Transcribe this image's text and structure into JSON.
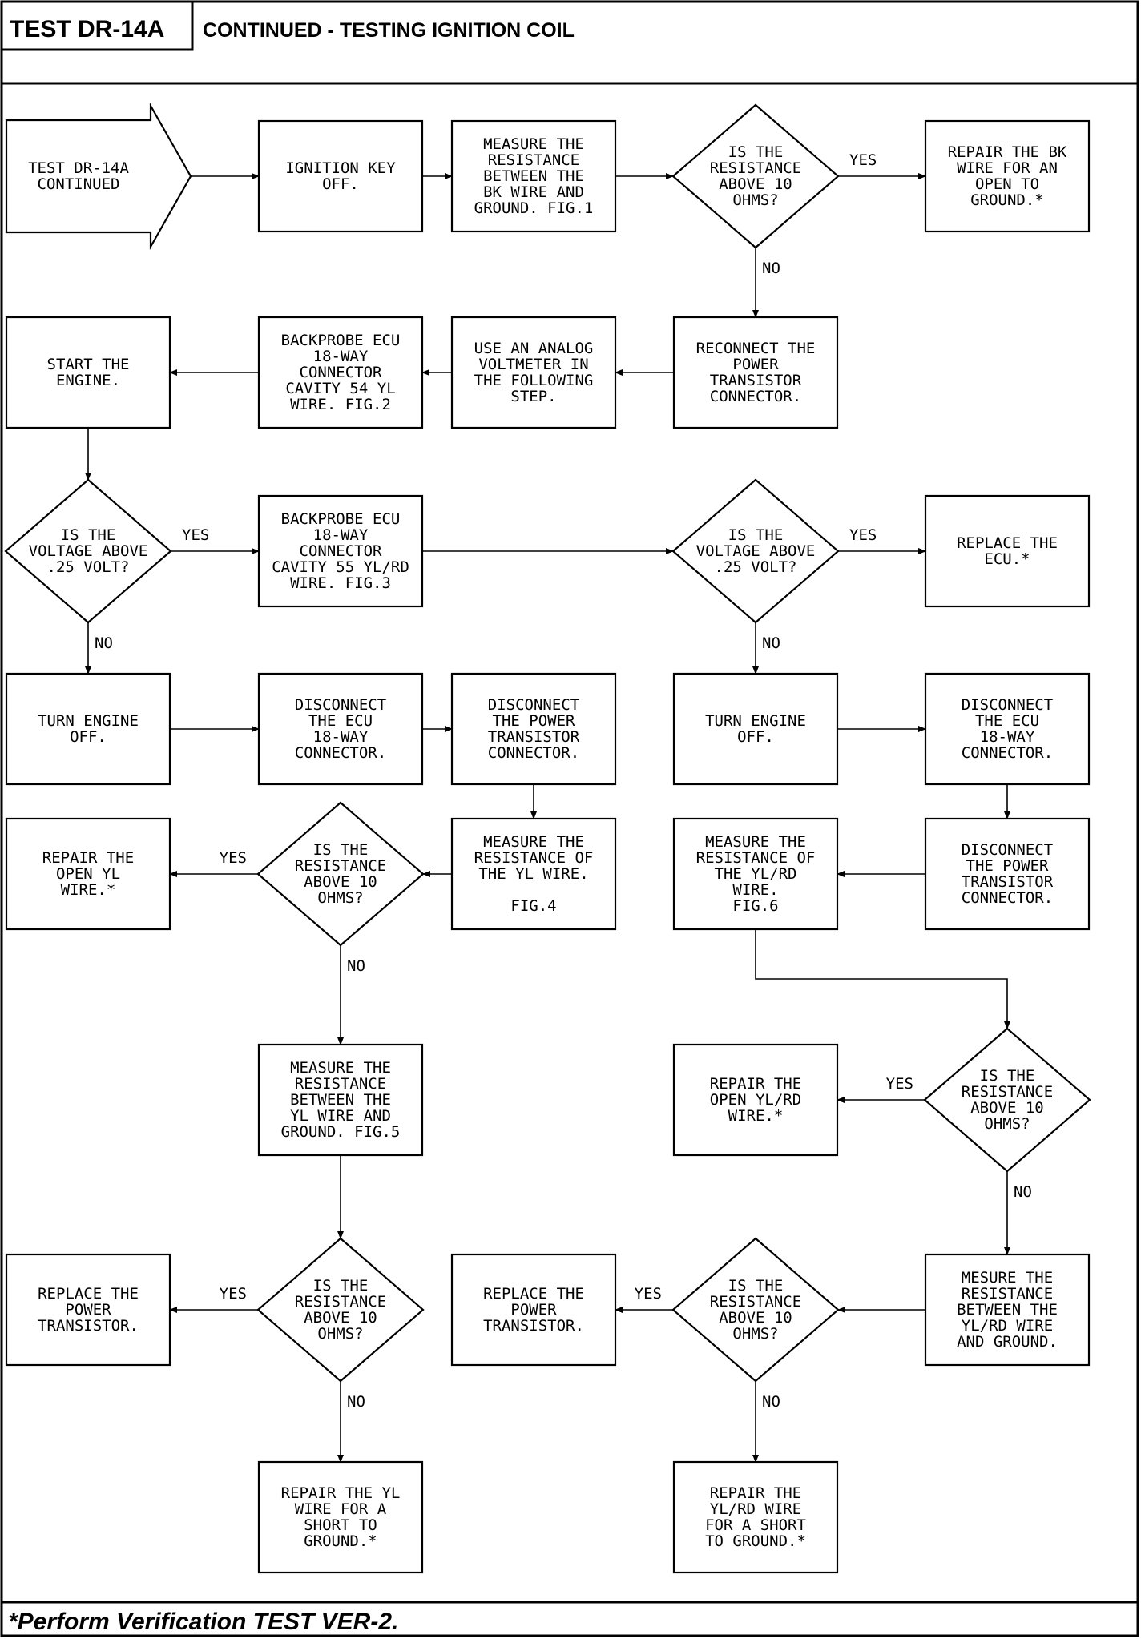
{
  "header": {
    "code": "TEST DR-14A",
    "title": "CONTINUED - TESTING IGNITION COIL"
  },
  "footer": {
    "note": "*Perform Verification TEST VER-2."
  },
  "nodes": [
    {
      "id": "start",
      "shape": "arrow",
      "lines": [
        "TEST DR-14A",
        "CONTINUED"
      ]
    },
    {
      "id": "ign_off",
      "shape": "box",
      "lines": [
        "IGNITION KEY",
        "OFF."
      ]
    },
    {
      "id": "measure_bk",
      "shape": "box",
      "lines": [
        "MEASURE THE",
        "RESISTANCE",
        "BETWEEN THE",
        "BK WIRE AND",
        "GROUND. FIG.1"
      ]
    },
    {
      "id": "q_bk",
      "shape": "diamond",
      "lines": [
        "IS THE",
        "RESISTANCE",
        "ABOVE 10",
        "OHMS?"
      ]
    },
    {
      "id": "repair_bk",
      "shape": "box",
      "lines": [
        "REPAIR THE BK",
        "WIRE FOR AN",
        "OPEN TO",
        "GROUND.*"
      ]
    },
    {
      "id": "reconnect_pt",
      "shape": "box",
      "lines": [
        "RECONNECT THE",
        "POWER",
        "TRANSISTOR",
        "CONNECTOR."
      ]
    },
    {
      "id": "analog_vm",
      "shape": "box",
      "lines": [
        "USE AN ANALOG",
        "VOLTMETER IN",
        "THE FOLLOWING",
        "STEP."
      ]
    },
    {
      "id": "backprobe_54",
      "shape": "box",
      "lines": [
        "BACKPROBE ECU",
        "18-WAY",
        "CONNECTOR",
        "CAVITY 54 YL",
        "WIRE. FIG.2"
      ]
    },
    {
      "id": "start_engine",
      "shape": "box",
      "lines": [
        "START THE",
        "ENGINE."
      ]
    },
    {
      "id": "q_v1",
      "shape": "diamond",
      "lines": [
        "IS THE",
        "VOLTAGE ABOVE",
        ".25 VOLT?"
      ]
    },
    {
      "id": "backprobe_55",
      "shape": "box",
      "lines": [
        "BACKPROBE ECU",
        "18-WAY",
        "CONNECTOR",
        "CAVITY 55 YL/RD",
        "WIRE. FIG.3"
      ]
    },
    {
      "id": "q_v2",
      "shape": "diamond",
      "lines": [
        "IS THE",
        "VOLTAGE ABOVE",
        ".25 VOLT?"
      ]
    },
    {
      "id": "replace_ecu",
      "shape": "box",
      "lines": [
        "REPLACE THE",
        "ECU.*"
      ]
    },
    {
      "id": "turn_off_l",
      "shape": "box",
      "lines": [
        "TURN ENGINE",
        "OFF."
      ]
    },
    {
      "id": "disc_ecu_l",
      "shape": "box",
      "lines": [
        "DISCONNECT",
        "THE ECU",
        "18-WAY",
        "CONNECTOR."
      ]
    },
    {
      "id": "disc_pt_l",
      "shape": "box",
      "lines": [
        "DISCONNECT",
        "THE POWER",
        "TRANSISTOR",
        "CONNECTOR."
      ]
    },
    {
      "id": "turn_off_r",
      "shape": "box",
      "lines": [
        "TURN ENGINE",
        "OFF."
      ]
    },
    {
      "id": "disc_ecu_r",
      "shape": "box",
      "lines": [
        "DISCONNECT",
        "THE ECU",
        "18-WAY",
        "CONNECTOR."
      ]
    },
    {
      "id": "repair_open_yl",
      "shape": "box",
      "lines": [
        "REPAIR THE",
        "OPEN YL",
        "WIRE.*"
      ]
    },
    {
      "id": "q_yl_open",
      "shape": "diamond",
      "lines": [
        "IS THE",
        "RESISTANCE",
        "ABOVE 10",
        "OHMS?"
      ]
    },
    {
      "id": "measure_yl",
      "shape": "box",
      "lines": [
        "MEASURE THE",
        "RESISTANCE OF",
        "THE YL WIRE.",
        "",
        "FIG.4"
      ]
    },
    {
      "id": "measure_ylrd",
      "shape": "box",
      "lines": [
        "MEASURE THE",
        "RESISTANCE OF",
        "THE YL/RD",
        "WIRE.",
        "FIG.6"
      ]
    },
    {
      "id": "disc_pt_r",
      "shape": "box",
      "lines": [
        "DISCONNECT",
        "THE POWER",
        "TRANSISTOR",
        "CONNECTOR."
      ]
    },
    {
      "id": "measure_yl_gnd",
      "shape": "box",
      "lines": [
        "MEASURE THE",
        "RESISTANCE",
        "BETWEEN THE",
        "YL WIRE AND",
        "GROUND. FIG.5"
      ]
    },
    {
      "id": "repair_open_ylrd",
      "shape": "box",
      "lines": [
        "REPAIR THE",
        "OPEN YL/RD",
        "WIRE.*"
      ]
    },
    {
      "id": "q_ylrd_open",
      "shape": "diamond",
      "lines": [
        "IS THE",
        "RESISTANCE",
        "ABOVE 10",
        "OHMS?"
      ]
    },
    {
      "id": "replace_pt_l",
      "shape": "box",
      "lines": [
        "REPLACE THE",
        "POWER",
        "TRANSISTOR."
      ]
    },
    {
      "id": "q_yl_short",
      "shape": "diamond",
      "lines": [
        "IS THE",
        "RESISTANCE",
        "ABOVE 10",
        "OHMS?"
      ]
    },
    {
      "id": "replace_pt_r",
      "shape": "box",
      "lines": [
        "REPLACE THE",
        "POWER",
        "TRANSISTOR."
      ]
    },
    {
      "id": "q_ylrd_short",
      "shape": "diamond",
      "lines": [
        "IS THE",
        "RESISTANCE",
        "ABOVE 10",
        "OHMS?"
      ]
    },
    {
      "id": "measure_ylrd_gnd",
      "shape": "box",
      "lines": [
        "MESURE THE",
        "RESISTANCE",
        "BETWEEN THE",
        "YL/RD WIRE",
        "AND GROUND."
      ]
    },
    {
      "id": "repair_yl_short",
      "shape": "box",
      "lines": [
        "REPAIR THE YL",
        "WIRE FOR A",
        "SHORT TO",
        "GROUND.*"
      ]
    },
    {
      "id": "repair_ylrd_short",
      "shape": "box",
      "lines": [
        "REPAIR THE",
        "YL/RD WIRE",
        "FOR A SHORT",
        "TO GROUND.*"
      ]
    }
  ],
  "edges": [
    {
      "from": "start",
      "to": "ign_off",
      "label": ""
    },
    {
      "from": "ign_off",
      "to": "measure_bk",
      "label": ""
    },
    {
      "from": "measure_bk",
      "to": "q_bk",
      "label": ""
    },
    {
      "from": "q_bk",
      "to": "repair_bk",
      "label": "YES"
    },
    {
      "from": "q_bk",
      "to": "reconnect_pt",
      "label": "NO"
    },
    {
      "from": "reconnect_pt",
      "to": "analog_vm",
      "label": ""
    },
    {
      "from": "analog_vm",
      "to": "backprobe_54",
      "label": ""
    },
    {
      "from": "backprobe_54",
      "to": "start_engine",
      "label": ""
    },
    {
      "from": "start_engine",
      "to": "q_v1",
      "label": ""
    },
    {
      "from": "q_v1",
      "to": "backprobe_55",
      "label": "YES"
    },
    {
      "from": "q_v1",
      "to": "turn_off_l",
      "label": "NO"
    },
    {
      "from": "backprobe_55",
      "to": "q_v2",
      "label": ""
    },
    {
      "from": "q_v2",
      "to": "replace_ecu",
      "label": "YES"
    },
    {
      "from": "q_v2",
      "to": "turn_off_r",
      "label": "NO"
    },
    {
      "from": "turn_off_l",
      "to": "disc_ecu_l",
      "label": ""
    },
    {
      "from": "disc_ecu_l",
      "to": "disc_pt_l",
      "label": ""
    },
    {
      "from": "disc_pt_l",
      "to": "measure_yl",
      "label": ""
    },
    {
      "from": "measure_yl",
      "to": "q_yl_open",
      "label": ""
    },
    {
      "from": "q_yl_open",
      "to": "repair_open_yl",
      "label": "YES"
    },
    {
      "from": "q_yl_open",
      "to": "measure_yl_gnd",
      "label": "NO"
    },
    {
      "from": "turn_off_r",
      "to": "disc_ecu_r",
      "label": ""
    },
    {
      "from": "disc_ecu_r",
      "to": "disc_pt_r",
      "label": ""
    },
    {
      "from": "disc_pt_r",
      "to": "measure_ylrd",
      "label": ""
    },
    {
      "from": "measure_ylrd",
      "to": "q_ylrd_open",
      "label": ""
    },
    {
      "from": "q_ylrd_open",
      "to": "repair_open_ylrd",
      "label": "YES"
    },
    {
      "from": "q_ylrd_open",
      "to": "measure_ylrd_gnd",
      "label": "NO"
    },
    {
      "from": "measure_yl_gnd",
      "to": "q_yl_short",
      "label": ""
    },
    {
      "from": "q_yl_short",
      "to": "replace_pt_l",
      "label": "YES"
    },
    {
      "from": "q_yl_short",
      "to": "repair_yl_short",
      "label": "NO"
    },
    {
      "from": "measure_ylrd_gnd",
      "to": "q_ylrd_short",
      "label": ""
    },
    {
      "from": "q_ylrd_short",
      "to": "replace_pt_r",
      "label": "YES"
    },
    {
      "from": "q_ylrd_short",
      "to": "repair_ylrd_short",
      "label": "NO"
    }
  ]
}
